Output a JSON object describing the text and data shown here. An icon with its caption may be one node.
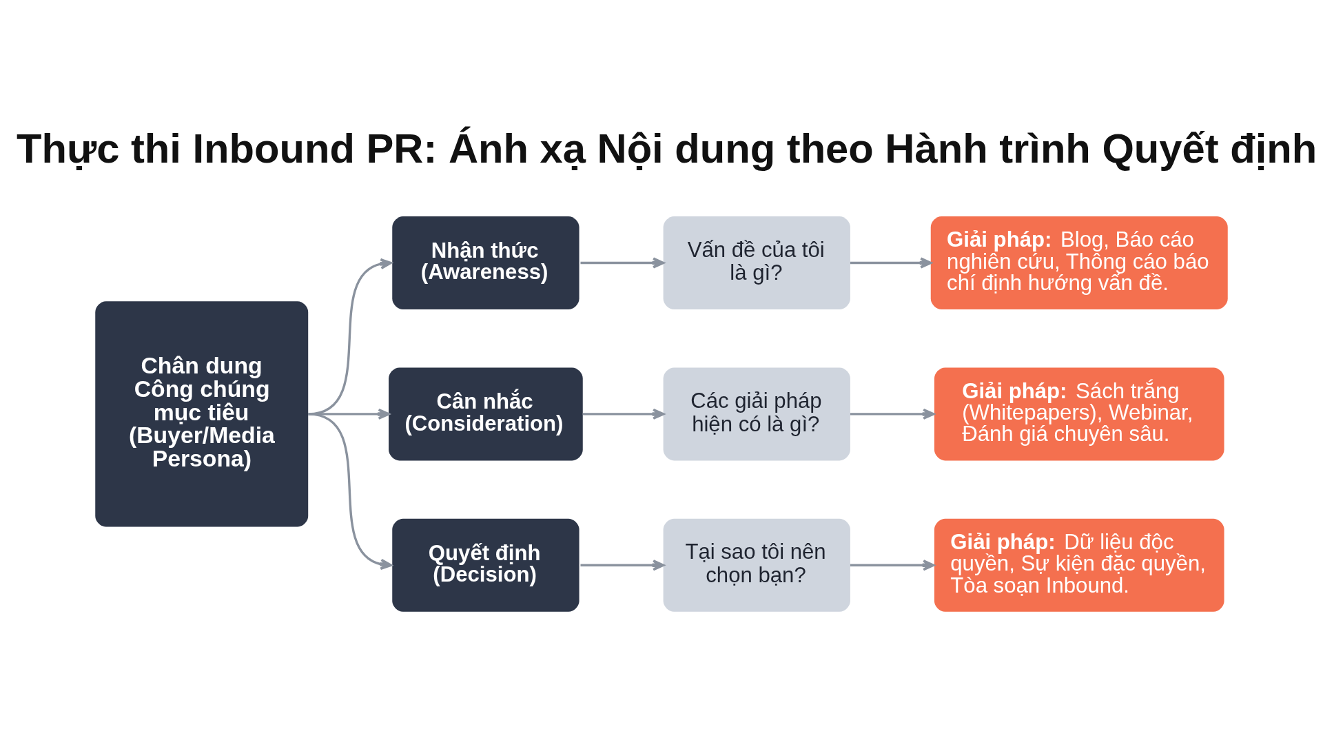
{
  "diagram": {
    "title": "Thực thi Inbound PR: Ánh xạ Nội dung theo Hành trình Quyết định",
    "nodes": [
      {
        "text": [
          "Chân dung Công chúng mục tiêu (Buyer/Media Persona)"
        ]
      },
      {
        "text": [
          "Nhận thức (Awareness)"
        ]
      },
      {
        "text": [
          "Vấn đề của tôi là gì?"
        ]
      },
      {
        "text": [
          "**Giải pháp:** Blog, Báo cáo nghiên cứu, Thông cáo báo chí định hướng vấn đề."
        ]
      },
      {
        "text": [
          "Cân nhắc (Consideration)"
        ]
      },
      {
        "text": [
          "Các giải pháp hiện có là gì?"
        ]
      },
      {
        "text": [
          "**Giải pháp:** Sách trắng (Whitepapers), Webinar, Đánh giá chuyên sâu."
        ]
      },
      {
        "text": [
          "Quyết định (Decision)"
        ]
      },
      {
        "text": [
          "Tại sao tôi nên chọn bạn?"
        ]
      },
      {
        "text": [
          "**Giải pháp:** Dữ liệu độc quyền, Sự kiện đặc quyền, Tòa soạn Inbound."
        ]
      }
    ],
    "edges": [
      {
        "from": 0,
        "to": 1,
        "arrow": "to"
      },
      {
        "from": 0,
        "to": 4,
        "arrow": "to"
      },
      {
        "from": 0,
        "to": 7,
        "arrow": "to"
      },
      {
        "from": 1,
        "to": 2,
        "arrow": "to"
      },
      {
        "from": 2,
        "to": 3,
        "arrow": "to"
      },
      {
        "from": 4,
        "to": 5,
        "arrow": "to"
      },
      {
        "from": 5,
        "to": 6,
        "arrow": "to"
      },
      {
        "from": 7,
        "to": 8,
        "arrow": "to"
      },
      {
        "from": 8,
        "to": 9,
        "arrow": "to"
      }
    ]
  }
}
